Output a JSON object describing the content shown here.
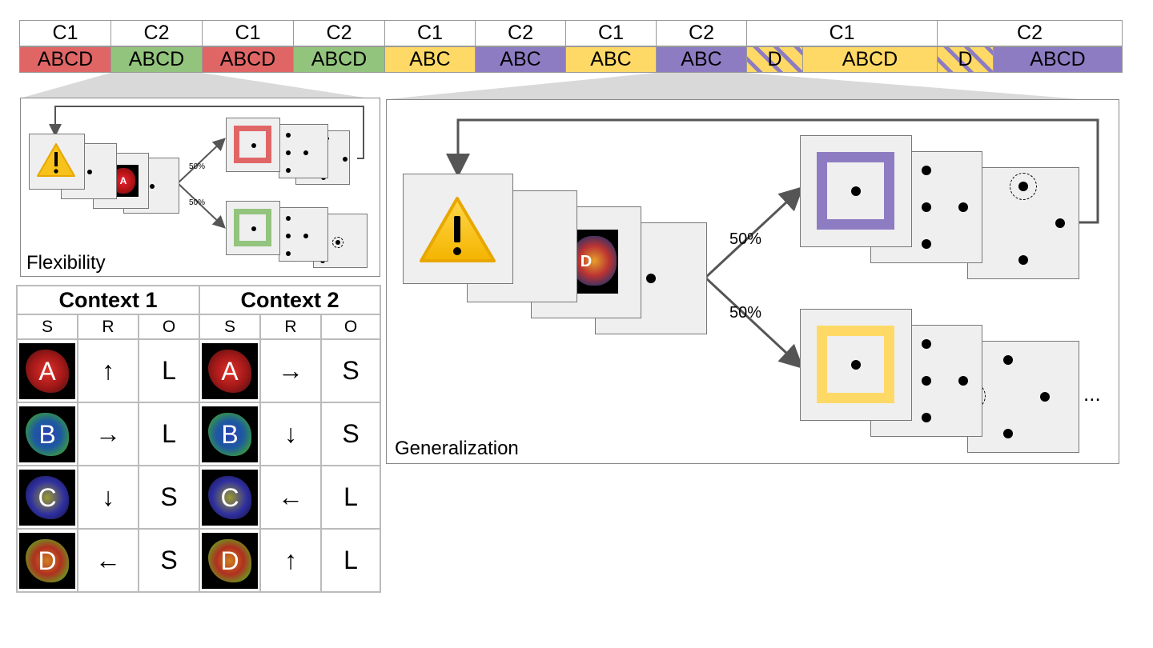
{
  "timeline": {
    "contexts": [
      "C1",
      "C2",
      "C1",
      "C2",
      "C1",
      "C2",
      "C1",
      "C2",
      "C1",
      "C2"
    ],
    "blocks": [
      "ABCD",
      "ABCD",
      "ABCD",
      "ABCD",
      "ABC",
      "ABC",
      "ABC",
      "ABC",
      "D",
      "ABCD",
      "D",
      "ABCD"
    ],
    "colors": {
      "red": "#e06666",
      "green": "#93c47d",
      "yellow": "#ffd966",
      "purple": "#8e7cc3"
    }
  },
  "flexibility": {
    "label": "Flexibility",
    "stim_letter": "A",
    "prob_top": "50%",
    "prob_bottom": "50%",
    "ellipsis": "..."
  },
  "generalization": {
    "label": "Generalization",
    "stim_letter": "D",
    "prob_top": "50%",
    "prob_bottom": "50%",
    "ellipsis": "..."
  },
  "warning_icon": "warning-triangle-icon",
  "table": {
    "context1": "Context 1",
    "context2": "Context 2",
    "cols": [
      "S",
      "R",
      "O",
      "S",
      "R",
      "O"
    ],
    "rows": [
      {
        "stim": "A",
        "c1_r": "↑",
        "c1_o": "L",
        "c2_r": "→",
        "c2_o": "S"
      },
      {
        "stim": "B",
        "c1_r": "→",
        "c1_o": "L",
        "c2_r": "↓",
        "c2_o": "S"
      },
      {
        "stim": "C",
        "c1_r": "↓",
        "c1_o": "S",
        "c2_r": "←",
        "c2_o": "L"
      },
      {
        "stim": "D",
        "c1_r": "←",
        "c1_o": "S",
        "c2_r": "↑",
        "c2_o": "L"
      }
    ]
  }
}
